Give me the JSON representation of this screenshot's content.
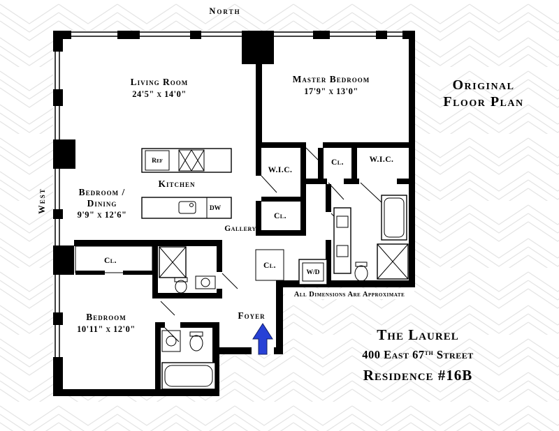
{
  "compass": {
    "north": "North",
    "west": "West"
  },
  "header": {
    "line1": "Original",
    "line2": "Floor Plan"
  },
  "rooms": {
    "living_room": {
      "name": "Living Room",
      "dims": "24'5\" x 14'0\""
    },
    "master_bedroom": {
      "name": "Master Bedroom",
      "dims": "17'9\" x 13'0\""
    },
    "bedroom_dining": {
      "name_line1": "Bedroom /",
      "name_line2": "Dining",
      "dims": "9'9\" x 12'6\""
    },
    "bedroom": {
      "name": "Bedroom",
      "dims": "10'11\" x 12'0\""
    },
    "kitchen": {
      "name": "Kitchen"
    },
    "gallery": {
      "name": "Gallery"
    },
    "foyer": {
      "name": "Foyer"
    },
    "wic_gallery": {
      "name": "W.I.C."
    },
    "wic_master": {
      "name": "W.I.C."
    },
    "cl_gallery": {
      "name": "Cl."
    },
    "cl_master": {
      "name": "Cl."
    },
    "cl_bedroom": {
      "name": "Cl."
    },
    "cl_foyer": {
      "name": "Cl."
    }
  },
  "fixtures": {
    "ref": "Ref",
    "dw": "DW",
    "wd": "W/D"
  },
  "footnote": "All Dimensions Are Approximate",
  "title_block": {
    "building_name": "The Laurel",
    "address_main": "400 East 67",
    "address_ordinal": "th",
    "address_suffix": " Street",
    "residence": "Residence #16B"
  },
  "colors": {
    "entry_arrow": "#2741d6",
    "pattern": "#e4e4e4"
  }
}
